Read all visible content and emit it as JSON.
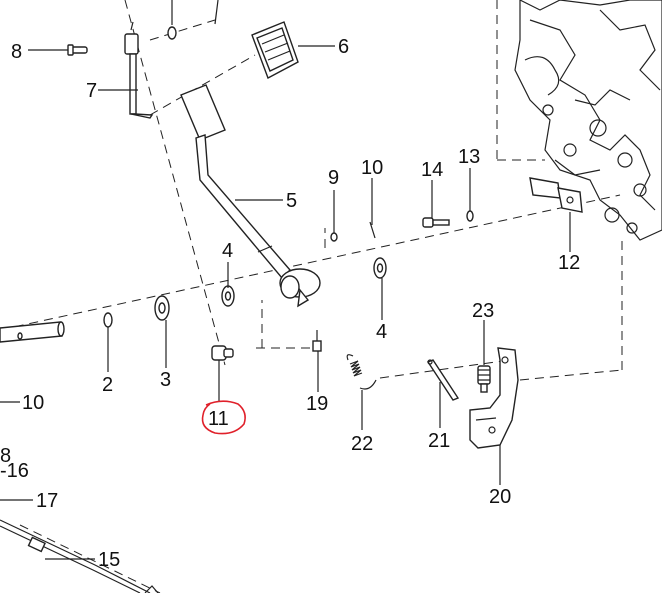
{
  "labels": {
    "p2": "2",
    "p3": "3",
    "p4a": "4",
    "p4b": "4",
    "p5": "5",
    "p6": "6",
    "p7": "7",
    "p8": "8",
    "p9": "9",
    "p10a": "10",
    "p10b": "10",
    "p11": "11",
    "p12": "12",
    "p13": "13",
    "p14": "14",
    "p15": "15",
    "p16": "-16",
    "p17": "17",
    "p18": "8",
    "p19": "19",
    "p20": "20",
    "p21": "21",
    "p22": "22",
    "p23": "23"
  },
  "highlight_color": "#e0202a"
}
